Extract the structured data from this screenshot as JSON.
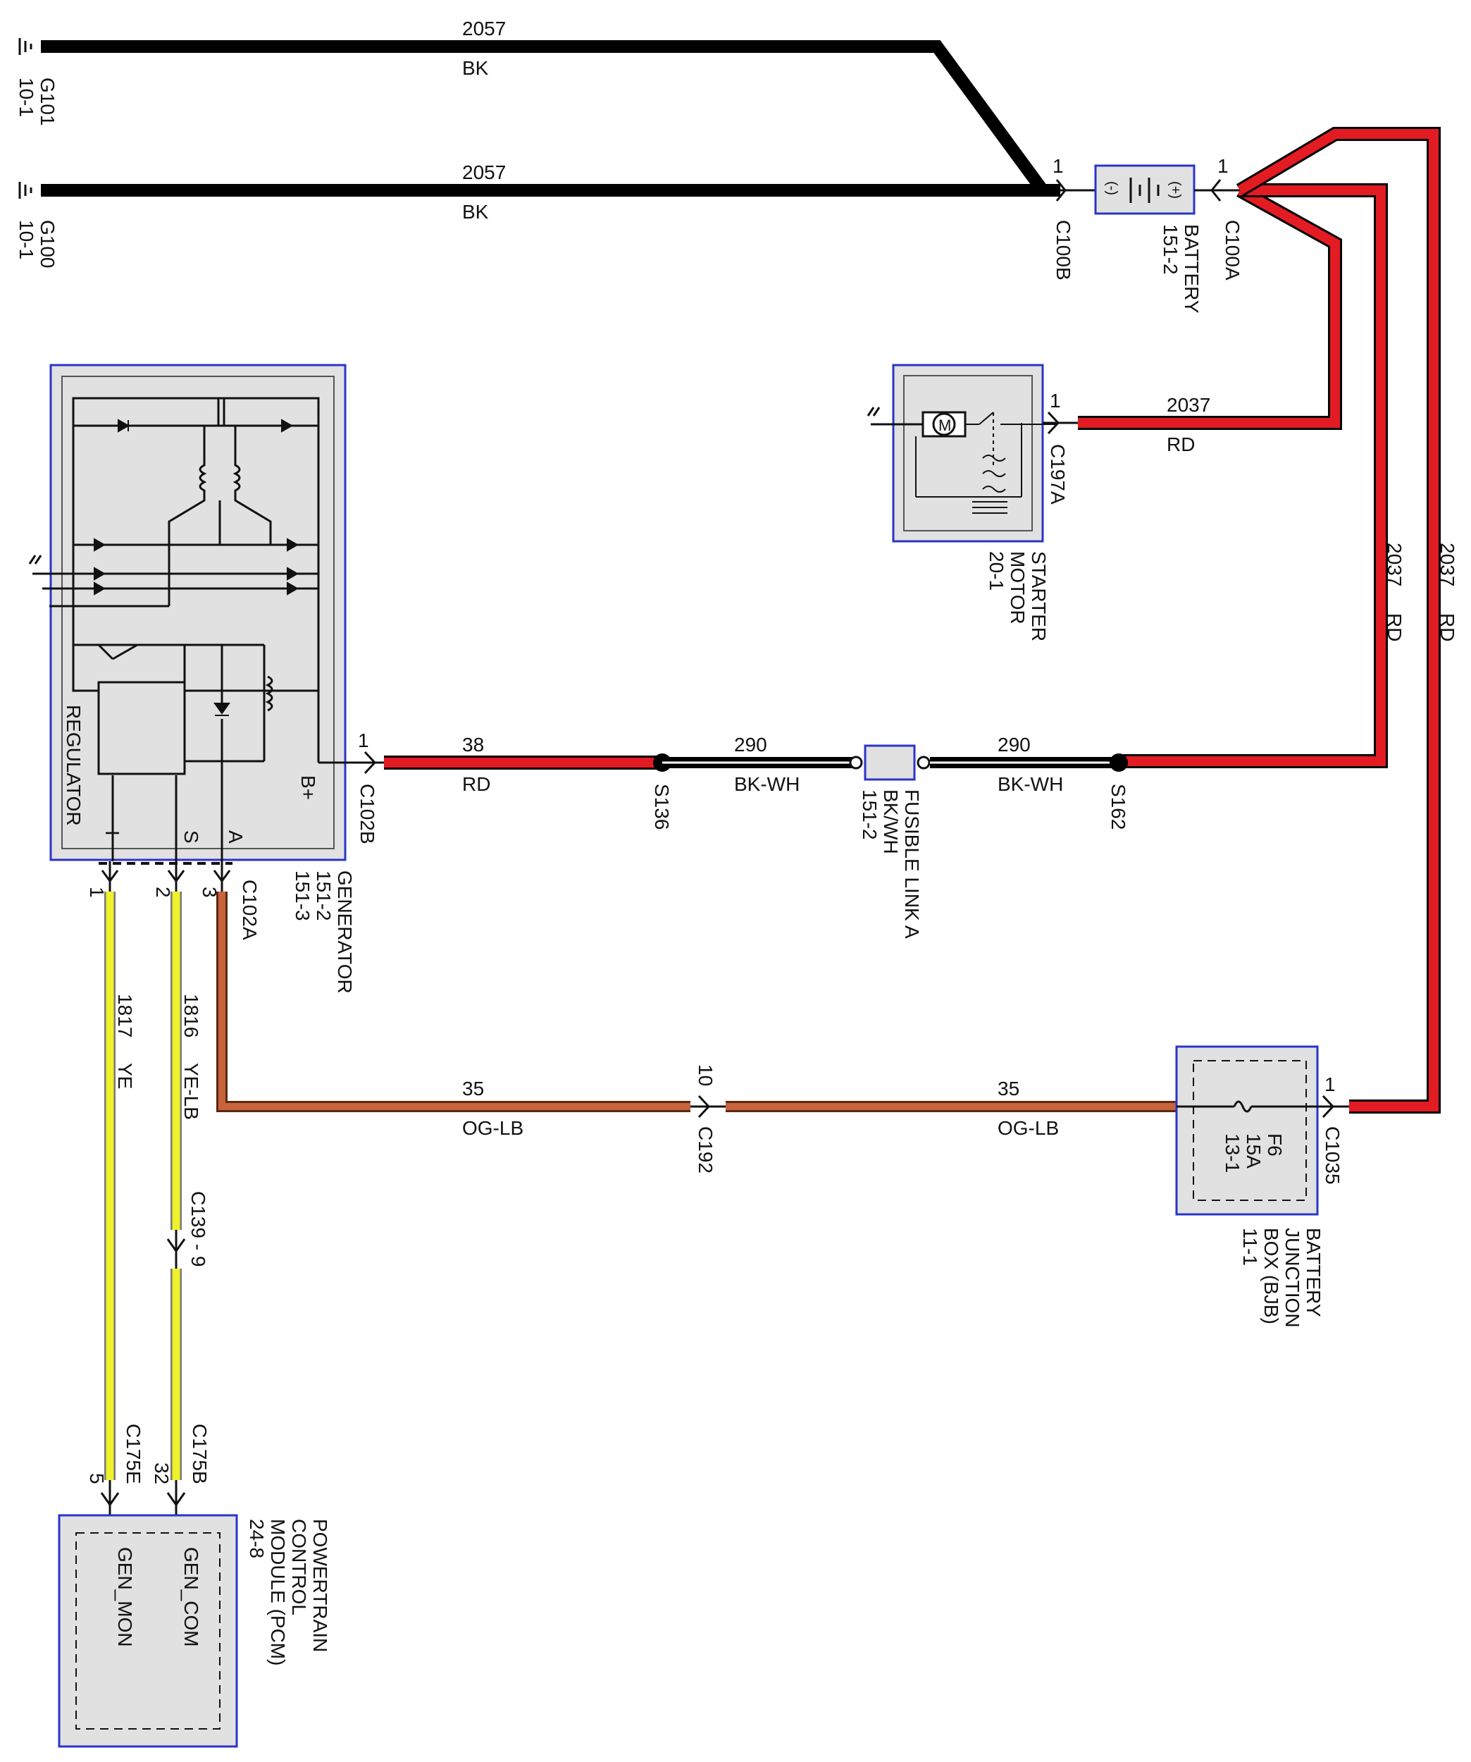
{
  "wires": {
    "w2057a": {
      "num": "2057",
      "color": "BK"
    },
    "w2057b": {
      "num": "2057",
      "color": "BK"
    },
    "w2037_starter": {
      "num": "2037",
      "color": "RD"
    },
    "w2037_v1": {
      "num": "2037",
      "color": "RD"
    },
    "w2037_v2": {
      "num": "2037",
      "color": "RD"
    },
    "w38": {
      "num": "38",
      "color": "RD"
    },
    "w290a": {
      "num": "290",
      "color": "BK-WH"
    },
    "w290b": {
      "num": "290",
      "color": "BK-WH"
    },
    "w35a": {
      "num": "35",
      "color": "OG-LB"
    },
    "w35b": {
      "num": "35",
      "color": "OG-LB"
    },
    "w1817": {
      "num": "1817",
      "color": "YE"
    },
    "w1816": {
      "num": "1816",
      "color": "YE-LB"
    }
  },
  "grounds": {
    "g101": {
      "id": "G101",
      "ref": "10-1"
    },
    "g100": {
      "id": "G100",
      "ref": "10-1"
    }
  },
  "connectors": {
    "c100b": {
      "id": "C100B",
      "pin": "1"
    },
    "c100a": {
      "id": "C100A",
      "pin": "1"
    },
    "c197a": {
      "id": "C197A",
      "pin": "1"
    },
    "c102b": {
      "id": "C102B",
      "pin": "1"
    },
    "c102a": {
      "id": "C102A",
      "pins": [
        "1",
        "2",
        "3"
      ]
    },
    "c192": {
      "id": "C192",
      "pin": "10"
    },
    "c1035": {
      "id": "C1035",
      "pin": "1"
    },
    "c139": {
      "id": "C139 - 9"
    },
    "c175e": {
      "id": "C175E",
      "pin": "5"
    },
    "c175b": {
      "id": "C175B",
      "pin": "32"
    }
  },
  "splices": {
    "s136": "S136",
    "s162": "S162"
  },
  "components": {
    "battery": {
      "lines": [
        "BATTERY",
        "151-2"
      ],
      "neg": "(-)",
      "pos": "(+)"
    },
    "starter": {
      "lines": [
        "STARTER",
        "MOTOR",
        "20-1"
      ],
      "motor": "M"
    },
    "generator": {
      "lines": [
        "GENERATOR",
        "151-2",
        "151-3"
      ],
      "regulator": "REGULATOR",
      "bplus": "B+",
      "pin_i": "I",
      "pin_s": "S",
      "pin_a": "A"
    },
    "fusible_link": {
      "lines": [
        "FUSIBLE LINK A",
        "BK/WH",
        "151-2"
      ]
    },
    "bjb": {
      "lines": [
        "BATTERY",
        "JUNCTION",
        "BOX (BJB)",
        "11-1"
      ],
      "fuse": [
        "F6",
        "15A",
        "13-1"
      ]
    },
    "pcm": {
      "lines": [
        "POWERTRAIN",
        "CONTROL",
        "MODULE (PCM)",
        "24-8"
      ],
      "pin_mon": "GEN_MON",
      "pin_com": "GEN_COM"
    }
  },
  "colors": {
    "black_wire": "#000000",
    "red_wire": "#e31b23",
    "orange_wire": "#c8643c",
    "yellow_wire": "#eef22a",
    "frame_blue": "#2a35c9",
    "component_fill": "#e1e1e1"
  }
}
